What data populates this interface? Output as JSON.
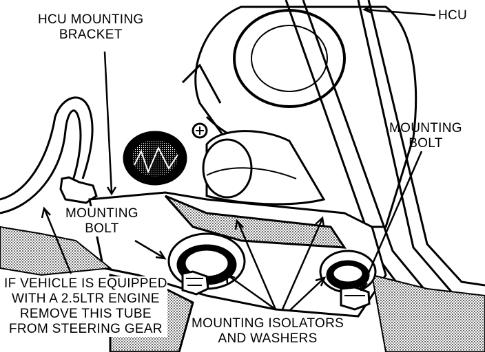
{
  "figure": {
    "labels": {
      "hcu_mounting_bracket": [
        "HCU MOUNTING",
        "BRACKET"
      ],
      "hcu": "HCU",
      "mounting_bolt_right": [
        "MOUNTING",
        "BOLT"
      ],
      "mounting_bolt_left": [
        "MOUNTING",
        "BOLT"
      ],
      "tube_note": [
        "IF VEHICLE IS EQUIPPED",
        "WITH A 2.5LTR ENGINE",
        "REMOVE THIS TUBE",
        "FROM STEERING GEAR"
      ],
      "isolators": [
        "MOUNTING ISOLATORS",
        "AND WASHERS"
      ]
    },
    "colors": {
      "ink": "#000000",
      "paper": "#ffffff"
    }
  }
}
